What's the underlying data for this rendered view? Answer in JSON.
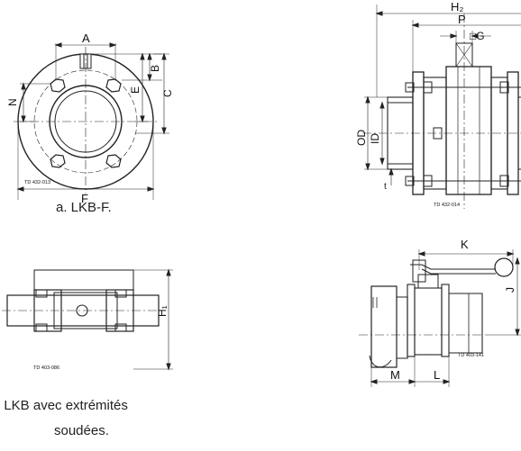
{
  "dims": {
    "A": "A",
    "B": "B",
    "C": "C",
    "E": "E",
    "F": "F",
    "N": "N",
    "H1": "H₁",
    "H2": "H₂",
    "P": "P",
    "G": "□G",
    "OD": "OD",
    "ID": "ID",
    "t": "t",
    "K": "K",
    "J": "J",
    "M": "M",
    "L": "L"
  },
  "refs": {
    "front": "TD 432-013",
    "side": "TD 432-014",
    "welded": "TD 403-086",
    "handle": "TD 403-141"
  },
  "captions": {
    "a": "a.  LKB-F.",
    "b_line1": ".  LKB avec extrémités",
    "b_line2": "soudées."
  }
}
